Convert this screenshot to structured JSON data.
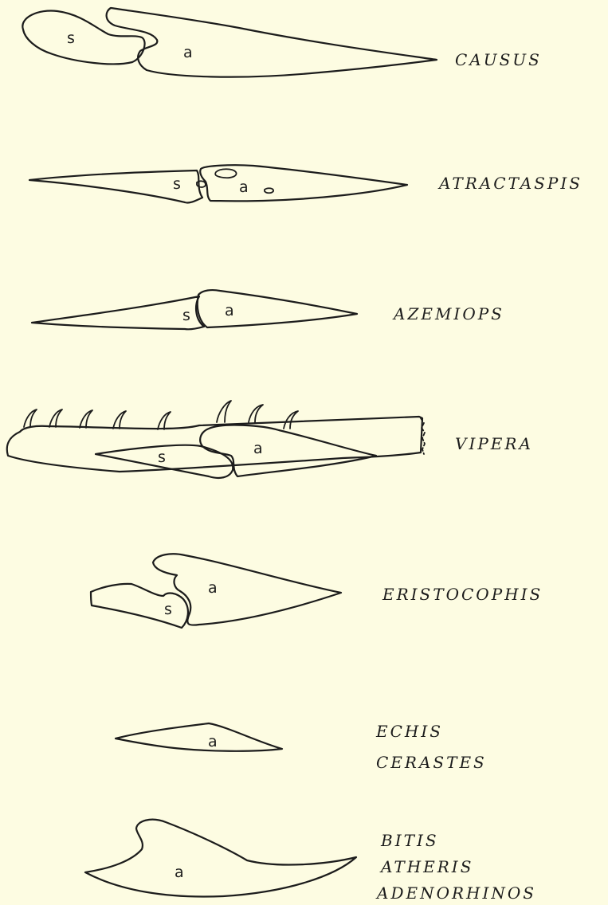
{
  "labels": {
    "splenial": "s",
    "angular": "a"
  },
  "taxa": [
    {
      "id": "causus",
      "names": [
        "CAUSUS"
      ]
    },
    {
      "id": "atractaspis",
      "names": [
        "ATRACTASPIS"
      ]
    },
    {
      "id": "azemiops",
      "names": [
        "AZEMIOPS"
      ]
    },
    {
      "id": "vipera",
      "names": [
        "VIPERA"
      ]
    },
    {
      "id": "eristocophis",
      "names": [
        "ERISTOCOPHIS"
      ]
    },
    {
      "id": "echis",
      "names": [
        "ECHIS",
        "CERASTES"
      ]
    },
    {
      "id": "bitis",
      "names": [
        "BITIS",
        "ATHERIS",
        "ADENORHINOS"
      ]
    }
  ],
  "colors": {
    "background": "#fdfce2",
    "ink": "#1c1c1c"
  }
}
